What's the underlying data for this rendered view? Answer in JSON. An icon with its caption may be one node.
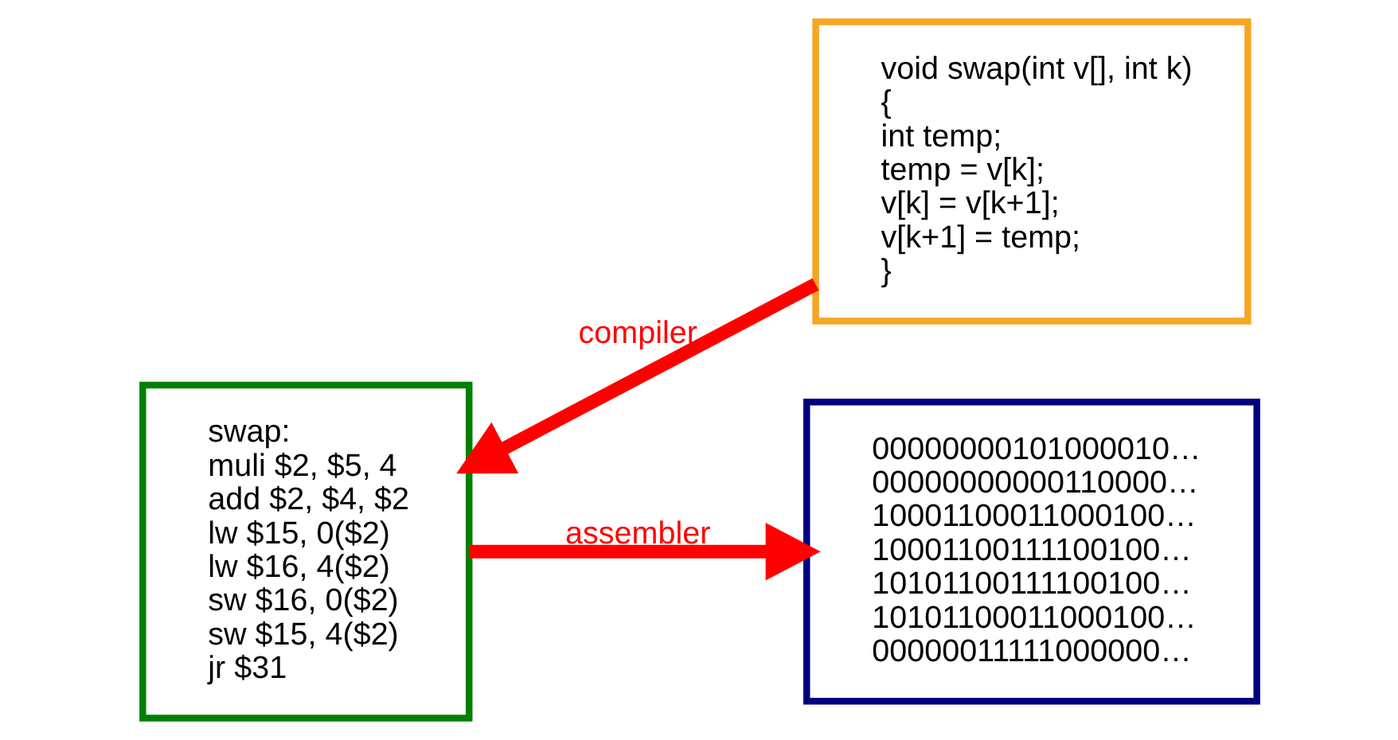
{
  "diagram": {
    "nodes": [
      {
        "text": [
          "void swap(int v[], int k)",
          "{",
          "int temp;",
          "temp = v[k];",
          "v[k] = v[k+1];",
          "v[k+1] = temp;",
          "}"
        ]
      },
      {
        "text": [
          "swap:",
          "muli $2, $5, 4",
          "add $2, $4, $2",
          "lw $15, 0($2)",
          "lw $16, 4($2)",
          "sw $16, 0($2)",
          "sw $15, 4($2)",
          "jr $31"
        ]
      },
      {
        "text": [
          "00000000101000010…",
          "00000000000110000…",
          "10001100011000100…",
          "10001100111100100…",
          "10101100111100100…",
          "10101100011000100…",
          "00000011111000000…"
        ]
      }
    ],
    "edges": [
      {
        "from": 0,
        "to": 1,
        "arrow": "to",
        "label": "compiler"
      },
      {
        "from": 1,
        "to": 2,
        "arrow": "to",
        "label": "assembler"
      }
    ]
  }
}
